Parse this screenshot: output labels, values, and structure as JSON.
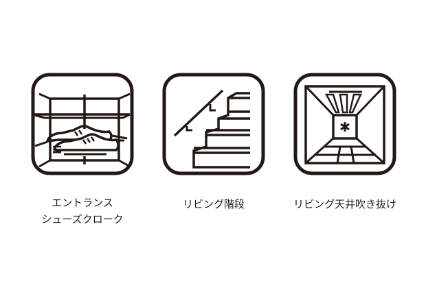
{
  "colors": {
    "stroke": "#231815",
    "background": "#ffffff"
  },
  "items": [
    {
      "icon": "shoe-closet-icon",
      "label_lines": [
        "エントランス",
        "シューズクローク"
      ]
    },
    {
      "icon": "staircase-icon",
      "label_lines": [
        "リビング階段"
      ]
    },
    {
      "icon": "ceiling-atrium-icon",
      "label_lines": [
        "リビング天井吹き抜け"
      ]
    }
  ]
}
